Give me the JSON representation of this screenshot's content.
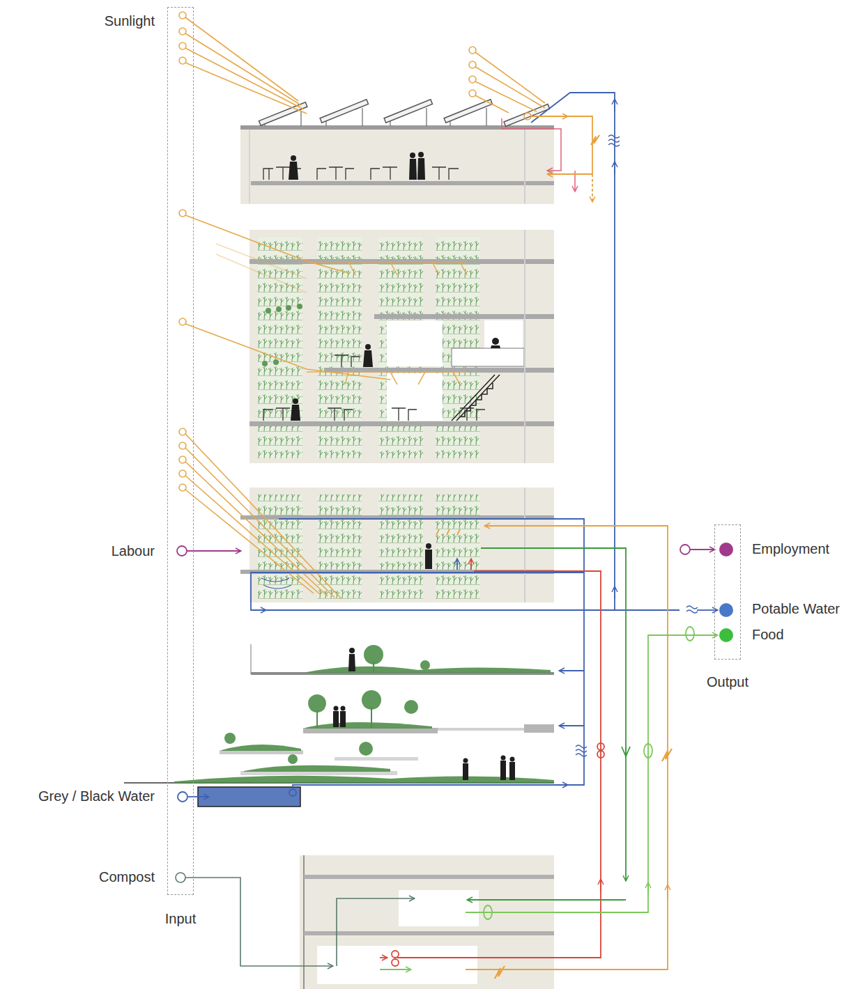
{
  "diagram": {
    "nodes": [
      {
        "text": [
          "Input"
        ]
      },
      {
        "text": [
          "Output"
        ]
      }
    ],
    "labels": [
      "Sunlight",
      "Labour",
      "Employment",
      "Potable Water",
      "Food",
      "Grey / Black Water",
      "Compost"
    ]
  }
}
